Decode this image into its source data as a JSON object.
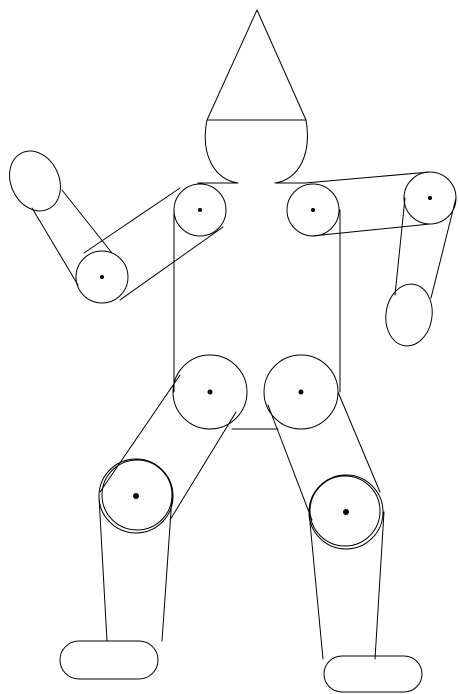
{
  "figure": {
    "type": "line-drawing",
    "subject": "jointed-puppet-figure",
    "colors": {
      "background": "#ffffff",
      "stroke": "#000000",
      "pivot": "#000000"
    },
    "parts": [
      "hat",
      "head",
      "torso",
      "right-upper-arm",
      "right-forearm",
      "right-hand",
      "left-upper-arm",
      "left-forearm",
      "left-hand",
      "right-thigh",
      "right-shin",
      "right-foot",
      "left-thigh",
      "left-shin",
      "left-foot"
    ],
    "joints": [
      "right-shoulder",
      "right-elbow",
      "left-shoulder",
      "left-elbow",
      "right-hip",
      "right-knee",
      "left-hip",
      "left-knee"
    ]
  }
}
